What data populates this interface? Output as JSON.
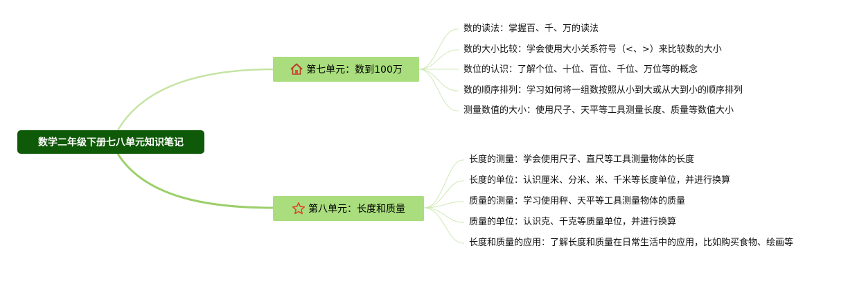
{
  "root": {
    "title": "数学二年级下册七八单元知识笔记"
  },
  "branches": [
    {
      "title": "第七单元：数到100万",
      "icon": "home-icon",
      "items": [
        "数的读法：掌握百、千、万的读法",
        "数的大小比较：学会使用大小关系符号（<、>）来比较数的大小",
        "数位的认识：了解个位、十位、百位、千位、万位等的概念",
        "数的顺序排列：学习如何将一组数按照从小到大或从大到小的顺序排列",
        "测量数值的大小：使用尺子、天平等工具测量长度、质量等数值大小"
      ]
    },
    {
      "title": "第八单元：长度和质量",
      "icon": "star-icon",
      "items": [
        "长度的测量：学会使用尺子、直尺等工具测量物体的长度",
        "长度的单位：认识厘米、分米、米、千米等长度单位，并进行换算",
        "质量的测量：学习使用秤、天平等工具测量物体的质量",
        "质量的单位：认识克、千克等质量单位，并进行换算",
        "长度和质量的应用：了解长度和质量在日常生活中的应用，比如购买食物、绘画等"
      ]
    }
  ],
  "colors": {
    "root_bg": "#0f5a08",
    "branch_bg": "#a9dd7d",
    "line_top": "#c5e4a3",
    "line_bottom": "#9ccf6a",
    "leaf_line": "#cfe8b5"
  }
}
